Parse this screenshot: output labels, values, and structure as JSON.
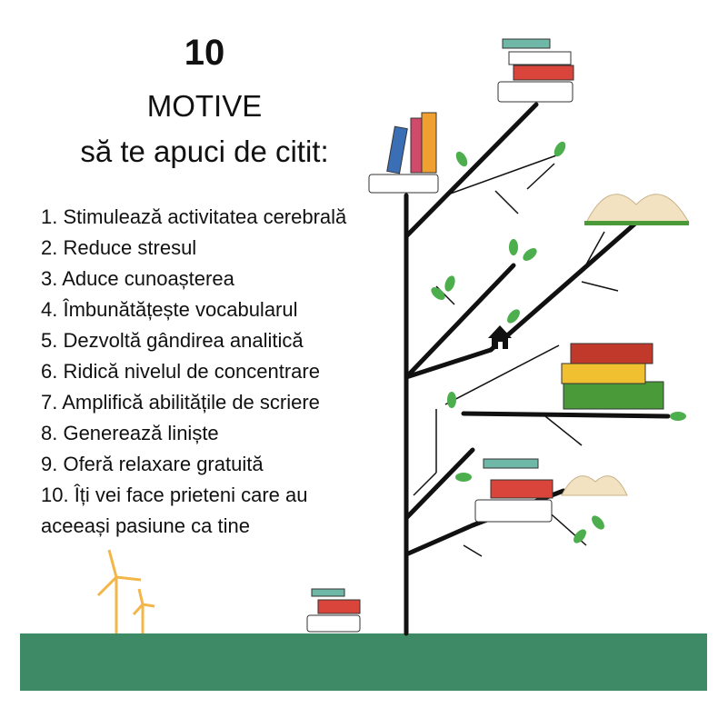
{
  "title": {
    "number": "10",
    "main": "MOTIVE",
    "sub": "să te apuci de citit:"
  },
  "reasons": [
    "1. Stimulează activitatea cerebrală",
    "2. Reduce stresul",
    "3. Aduce cunoașterea",
    "4. Îmbunătățește vocabularul",
    "5. Dezvoltă gândirea analitică",
    "6. Ridică nivelul de concentrare",
    "7. Amplifică abilitățile de scriere",
    "8. Generează liniște",
    "9. Oferă relaxare gratuită",
    "10. Îți vei face prieteni care au",
    "aceeași pasiune ca tine"
  ],
  "colors": {
    "ground": "#3e8a67",
    "leaf": "#4cae4c",
    "branch": "#111111",
    "turbine": "#f2b64a"
  }
}
